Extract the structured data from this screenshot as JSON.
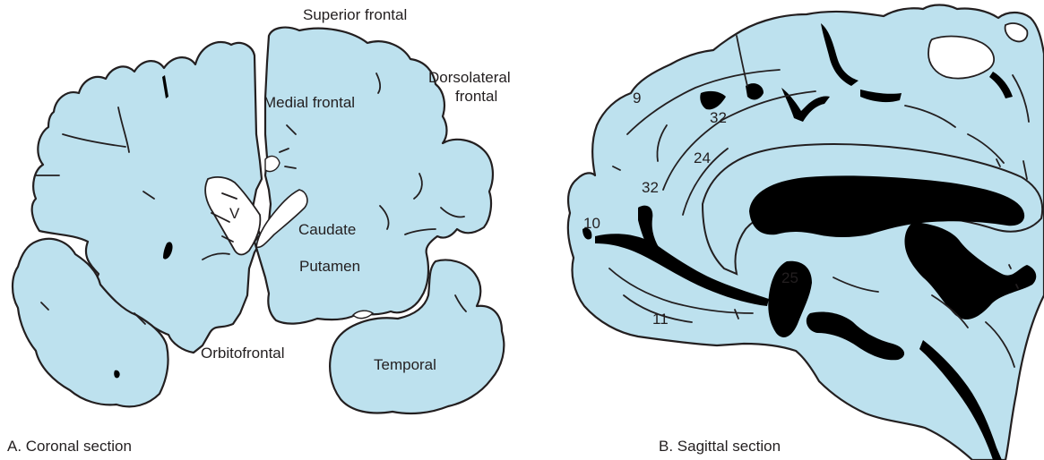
{
  "colors": {
    "tissue": "#bde1ee",
    "outline": "#231f20",
    "ventricle": "#ffffff",
    "sulcus": "#000000",
    "background": "#ffffff"
  },
  "panelA": {
    "caption": "A. Coronal section",
    "labels": {
      "superior_frontal": "Superior frontal",
      "dorsolateral_line1": "Dorsolateral",
      "dorsolateral_line2": "frontal",
      "medial_frontal": "Medial frontal",
      "ventricle": "V",
      "caudate": "Caudate",
      "putamen": "Putamen",
      "orbitofrontal": "Orbitofrontal",
      "temporal": "Temporal"
    }
  },
  "panelB": {
    "caption": "B. Sagittal section",
    "areas": {
      "a9": "9",
      "a32_top": "32",
      "a24": "24",
      "a32_bottom": "32",
      "a10": "10",
      "a25": "25",
      "a11": "11"
    }
  }
}
